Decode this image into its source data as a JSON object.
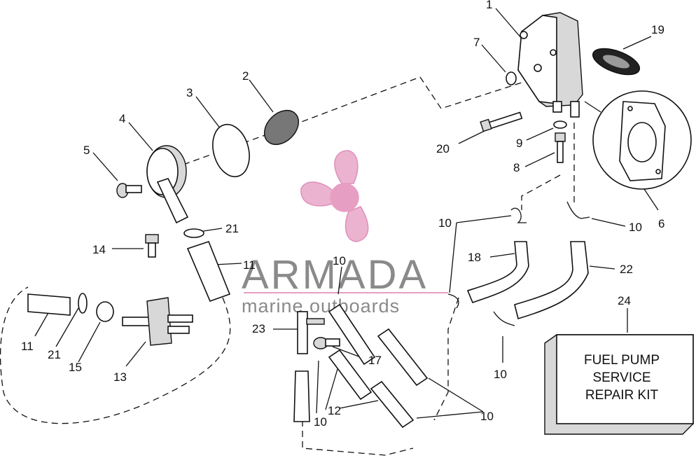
{
  "callouts": {
    "c1": "1",
    "c2": "2",
    "c3": "3",
    "c4": "4",
    "c5": "5",
    "c6": "6",
    "c7": "7",
    "c8": "8",
    "c9": "9",
    "c10a": "10",
    "c10b": "10",
    "c10c": "10",
    "c10d": "10",
    "c10e": "10",
    "c10f": "10",
    "c11a": "11",
    "c11b": "11",
    "c12": "12",
    "c13": "13",
    "c14": "14",
    "c15": "15",
    "c17": "17",
    "c18": "18",
    "c19": "19",
    "c20": "20",
    "c21a": "21",
    "c21b": "21",
    "c22": "22",
    "c23": "23",
    "c24": "24"
  },
  "kit_box": {
    "line1": "FUEL PUMP",
    "line2": "SERVICE",
    "line3": "REPAIR KIT"
  },
  "watermark": {
    "brand": "ARMADA",
    "tagline": "marine outboards",
    "color": "#e79ec3",
    "text_color": "#8a8a8a"
  }
}
